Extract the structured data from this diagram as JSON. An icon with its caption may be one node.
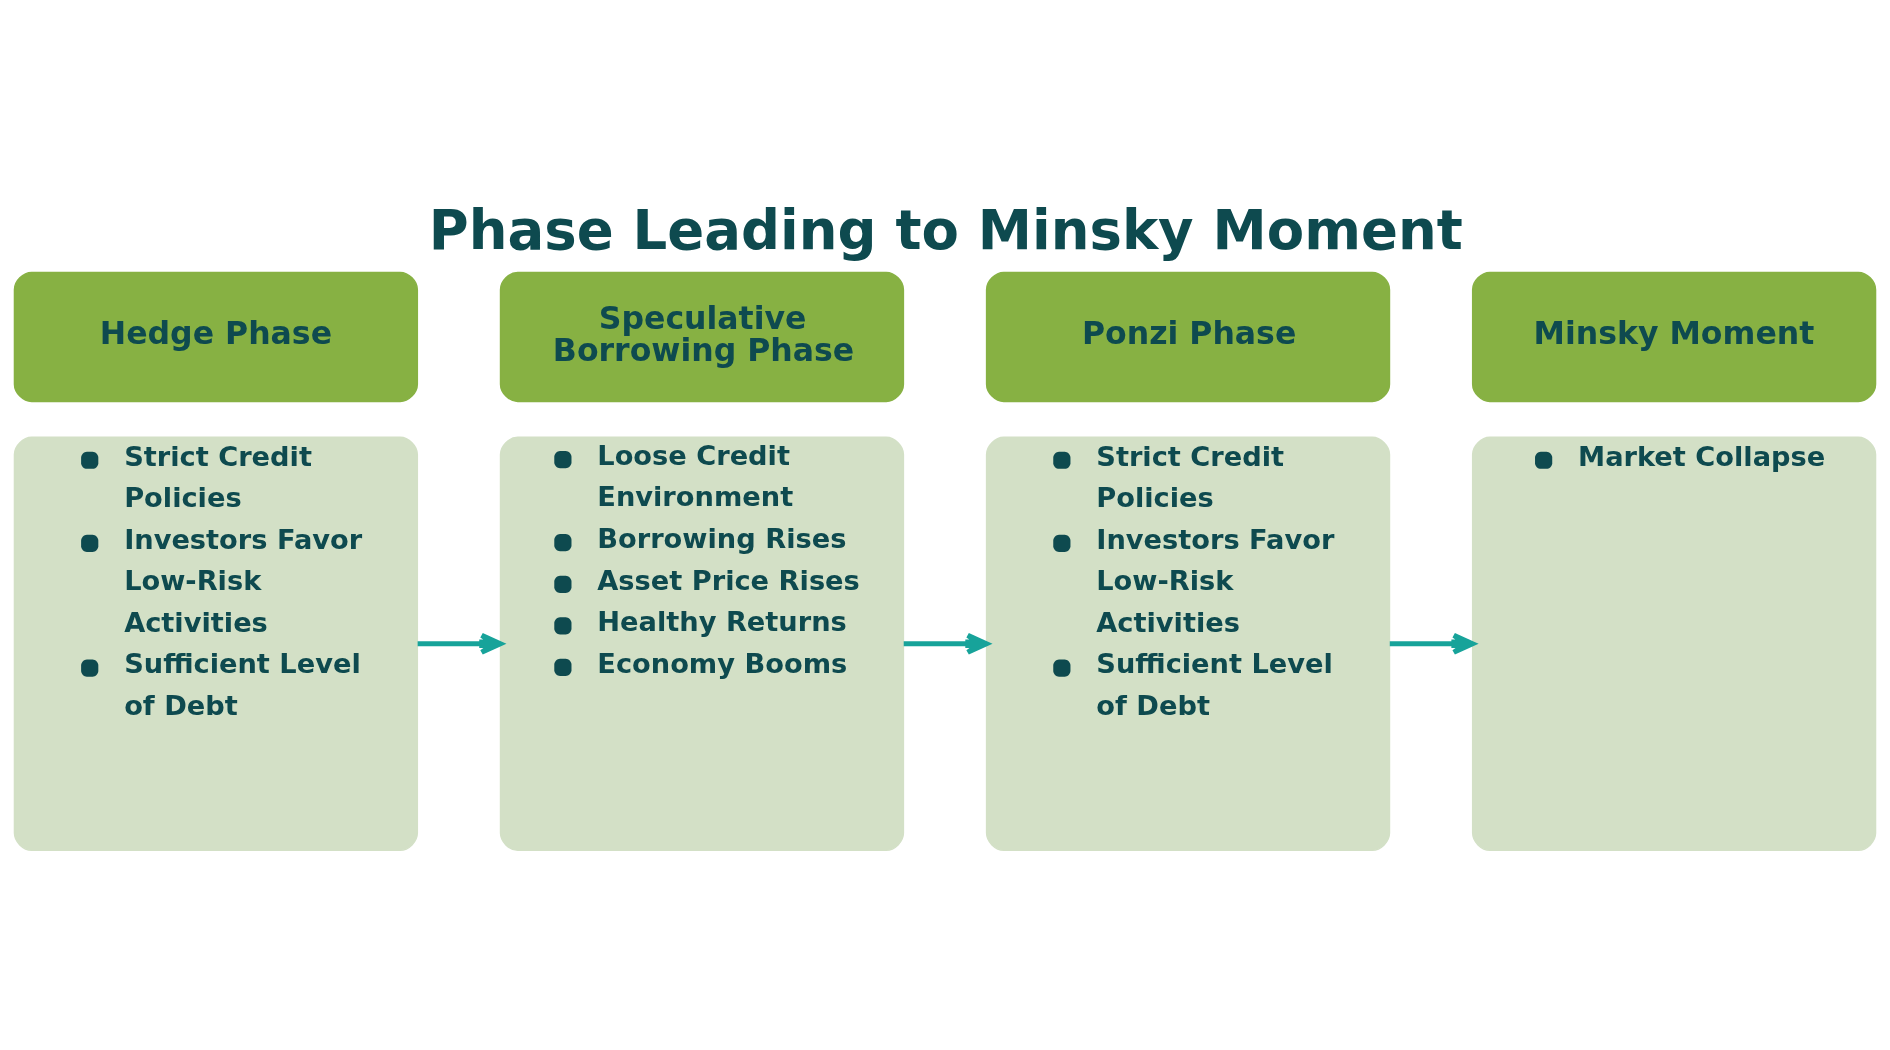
{
  "diagram": {
    "title": "Phase Leading to Minsky Moment",
    "nodes": [
      {
        "text": [
          "Hedge Phase"
        ]
      },
      {
        "text": [
          "Speculative Borrowing Phase"
        ]
      },
      {
        "text": [
          "Ponzi Phase"
        ]
      },
      {
        "text": [
          "Minsky Moment"
        ]
      },
      {
        "text": [
          "Strict Credit Policies",
          "Investors Favor Low-Risk Activities",
          "Sufficient Level of Debt"
        ]
      },
      {
        "text": [
          "Loose Credit Environment",
          "Borrowing Rises",
          "Asset Price Rises",
          "Healthy Returns",
          "Economy Booms"
        ]
      },
      {
        "text": [
          "Strict Credit Policies",
          "Investors Favor Low-Risk Activities",
          "Sufficient Level of Debt"
        ]
      },
      {
        "text": [
          "Market Collapse"
        ]
      }
    ],
    "edges": [
      {
        "from": 4,
        "to": 5,
        "arrow": "to"
      },
      {
        "from": 5,
        "to": 6,
        "arrow": "to"
      },
      {
        "from": 6,
        "to": 7,
        "arrow": "to"
      }
    ]
  }
}
